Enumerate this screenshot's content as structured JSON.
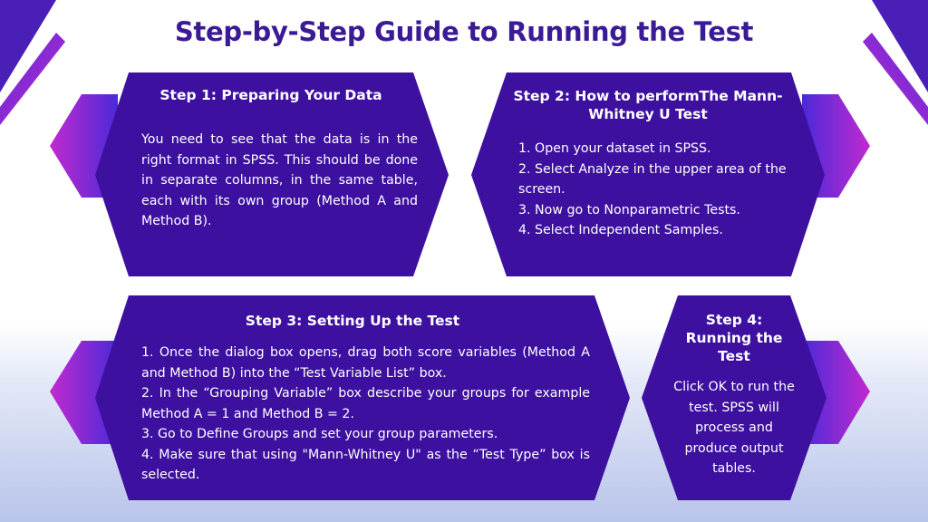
{
  "title": "Step-by-Step Guide to Running the Test",
  "colors": {
    "card": "#3d10a0",
    "title": "#3b1a95",
    "wing_start": "#c12ad0",
    "wing_end": "#4a2ad8"
  },
  "steps": [
    {
      "heading": "Step 1: Preparing Your Data",
      "body": "You need to see that the data is in the right format in SPSS. This should be done in separate columns, in the same table, each with its own group (Method A and Method B)."
    },
    {
      "heading": "Step 2: How to performThe Mann-Whitney U Test",
      "lines": [
        "1. Open your dataset in SPSS.",
        "2. Select Analyze in the upper area of the screen.",
        "3. Now go to Nonparametric Tests.",
        "4. Select Independent Samples."
      ]
    },
    {
      "heading": "Step 3: Setting Up the Test",
      "lines": [
        "1. Once the dialog box opens, drag both score variables (Method A and Method B) into the “Test Variable List” box.",
        "2. In the “Grouping Variable” box describe your groups for example Method A = 1 and Method B = 2.",
        "3. Go to Define Groups and set your group parameters.",
        "4. Make sure that using \"Mann-Whitney U\" as the “Test Type” box is selected."
      ]
    },
    {
      "heading": "Step 4: Running the Test",
      "body": "Click OK to run the test. SPSS will process and produce output tables."
    }
  ]
}
